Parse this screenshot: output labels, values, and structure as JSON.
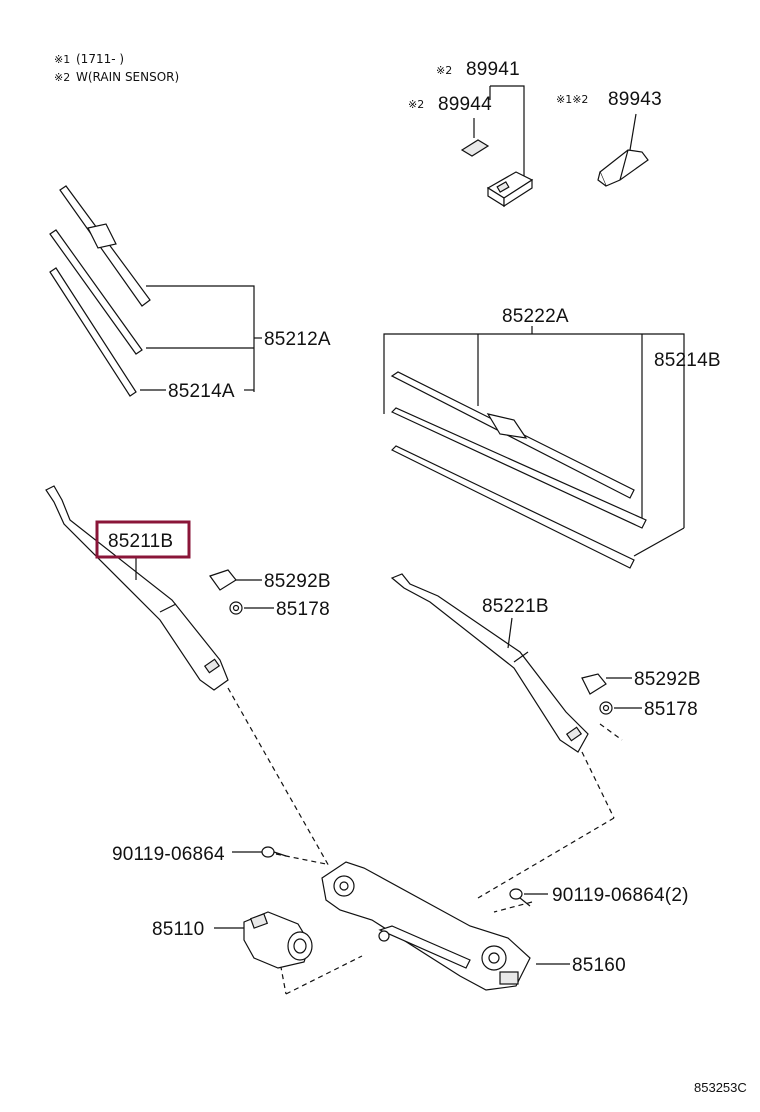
{
  "notes": {
    "note1_mark": "※1",
    "note1_text": "(1711-      )",
    "note2_mark": "※2",
    "note2_text": "W(RAIN SENSOR)"
  },
  "parts": {
    "p89941": {
      "mark": "※2",
      "number": "89941"
    },
    "p89944": {
      "mark": "※2",
      "number": "89944"
    },
    "p89943": {
      "mark": "※1※2",
      "number": "89943"
    },
    "p85212A": {
      "number": "85212A"
    },
    "p85214A": {
      "number": "85214A"
    },
    "p85222A": {
      "number": "85222A"
    },
    "p85214B": {
      "number": "85214B"
    },
    "p85211B": {
      "number": "85211B",
      "highlight_color": "#8a1538"
    },
    "p85292B_left": {
      "number": "85292B"
    },
    "p85178_left": {
      "number": "85178"
    },
    "p85221B": {
      "number": "85221B"
    },
    "p85292B_right": {
      "number": "85292B"
    },
    "p85178_right": {
      "number": "85178"
    },
    "p90119_left": {
      "number": "90119-06864"
    },
    "p90119_right": {
      "number": "90119-06864(2)"
    },
    "p85110": {
      "number": "85110"
    },
    "p85160": {
      "number": "85160"
    }
  },
  "diagram_code": "853253C"
}
